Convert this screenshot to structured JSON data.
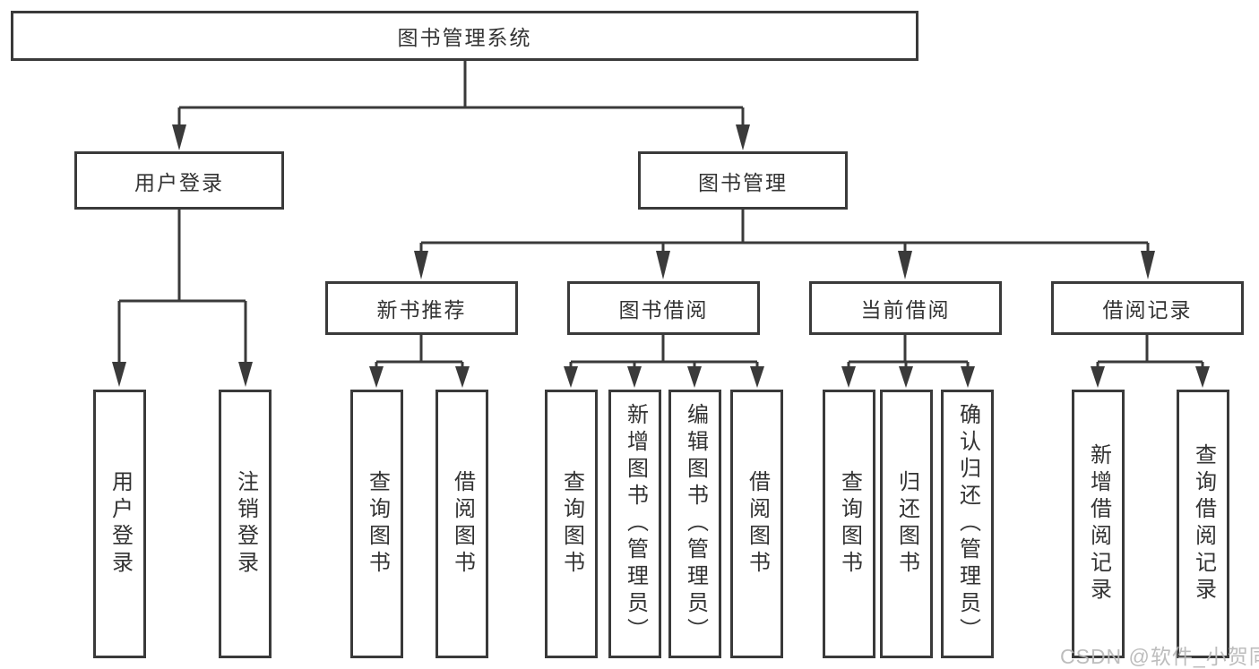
{
  "diagram": {
    "root": "图书管理系统",
    "level2": {
      "user_login": "用户登录",
      "book_mgmt": "图书管理"
    },
    "level3": {
      "new_book": "新书推荐",
      "book_borrow": "图书借阅",
      "current_borrow": "当前借阅",
      "borrow_record": "借阅记录"
    },
    "leaves": {
      "user_login": [
        "用户登录",
        "注销登录"
      ],
      "new_book": [
        "查询图书",
        "借阅图书"
      ],
      "book_borrow": [
        "查询图书",
        "新增图书（管理员）",
        "编辑图书（管理员）",
        "借阅图书"
      ],
      "current_borrow": [
        "查询图书",
        "归还图书",
        "确认归还（管理员）"
      ],
      "borrow_record": [
        "新增借阅记录",
        "查询借阅记录"
      ]
    }
  },
  "watermark": "CSDN @软件_小贺同学",
  "colors": {
    "line": "#3a3a3a",
    "text": "#333333",
    "watermark": "#b7b7b7",
    "background": "#ffffff"
  }
}
